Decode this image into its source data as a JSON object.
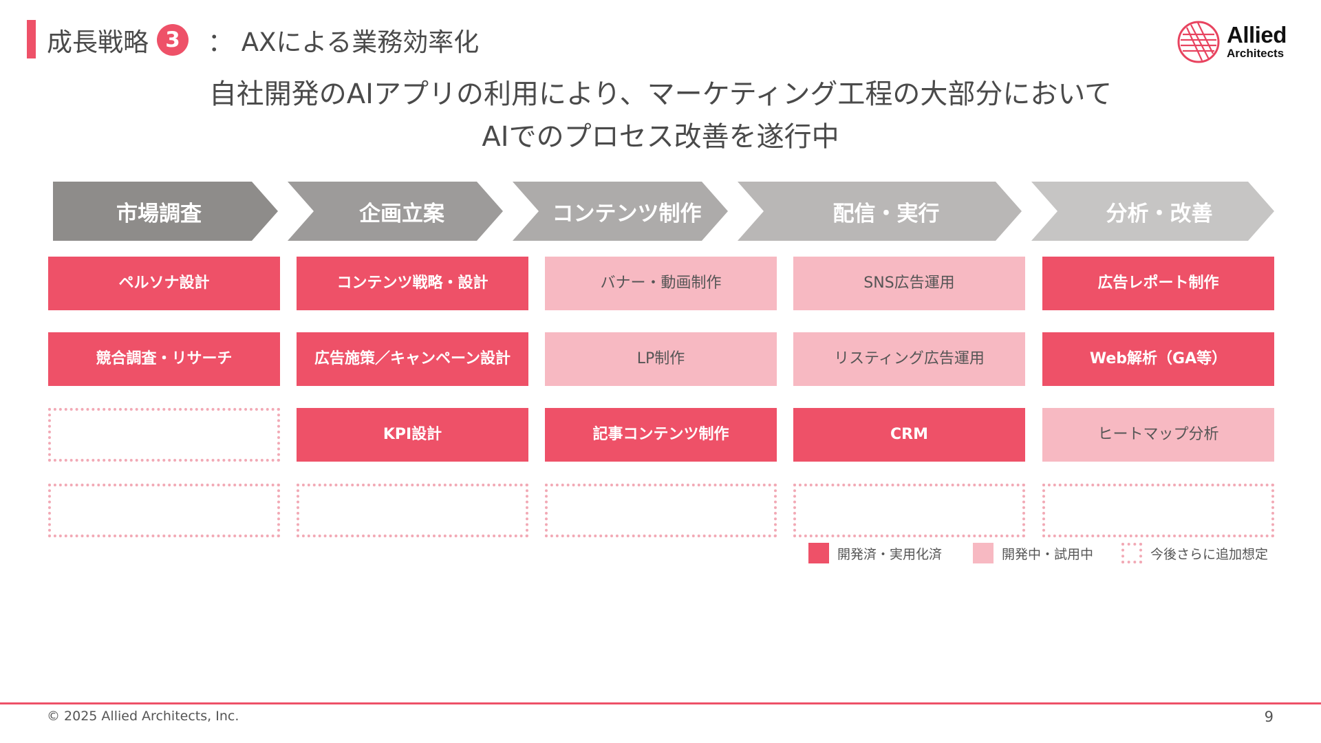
{
  "header": {
    "title_prefix": "成長戦略",
    "step_number": "3",
    "title_rest": "： AXによる業務効率化"
  },
  "logo": {
    "line1": "Allied",
    "line2": "Architects"
  },
  "headline": {
    "line1": "自社開発のAIアプリの利用により、マーケティング工程の大部分において",
    "line2": "AIでのプロセス改善を遂行中"
  },
  "phases": [
    "市場調査",
    "企画立案",
    "コンテンツ制作",
    "配信・実行",
    "分析・改善"
  ],
  "phase_colors": [
    "#8e8c8a",
    "#9d9b9a",
    "#adabaa",
    "#b9b7b6",
    "#c6c5c4"
  ],
  "columns": [
    {
      "tasks": [
        {
          "label": "ペルソナ設計",
          "status": "done"
        },
        {
          "label": "競合調査・リサーチ",
          "status": "done"
        },
        {
          "label": "",
          "status": "future"
        },
        {
          "label": "",
          "status": "future"
        }
      ]
    },
    {
      "tasks": [
        {
          "label": "コンテンツ戦略・設計",
          "status": "done"
        },
        {
          "label": "広告施策／キャンペーン設計",
          "status": "done"
        },
        {
          "label": "KPI設計",
          "status": "done"
        },
        {
          "label": "",
          "status": "future"
        }
      ]
    },
    {
      "tasks": [
        {
          "label": "バナー・動画制作",
          "status": "dev"
        },
        {
          "label": "LP制作",
          "status": "dev"
        },
        {
          "label": "記事コンテンツ制作",
          "status": "done"
        },
        {
          "label": "",
          "status": "future"
        }
      ]
    },
    {
      "tasks": [
        {
          "label": "SNS広告運用",
          "status": "dev"
        },
        {
          "label": "リスティング広告運用",
          "status": "dev"
        },
        {
          "label": "CRM",
          "status": "done"
        },
        {
          "label": "",
          "status": "future"
        }
      ]
    },
    {
      "tasks": [
        {
          "label": "広告レポート制作",
          "status": "done"
        },
        {
          "label": "Web解析（GA等）",
          "status": "done"
        },
        {
          "label": "ヒートマップ分析",
          "status": "dev"
        },
        {
          "label": "",
          "status": "future"
        }
      ]
    }
  ],
  "legend": {
    "done": "開発済・実用化済",
    "dev": "開発中・試用中",
    "future": "今後さらに追加想定"
  },
  "colors": {
    "accent": "#ee5168",
    "developing": "#f7b9c2",
    "planned_border": "#f2a9b5"
  },
  "footer": {
    "copyright": "© 2025 Allied Architects, Inc.",
    "page_number": "9"
  }
}
